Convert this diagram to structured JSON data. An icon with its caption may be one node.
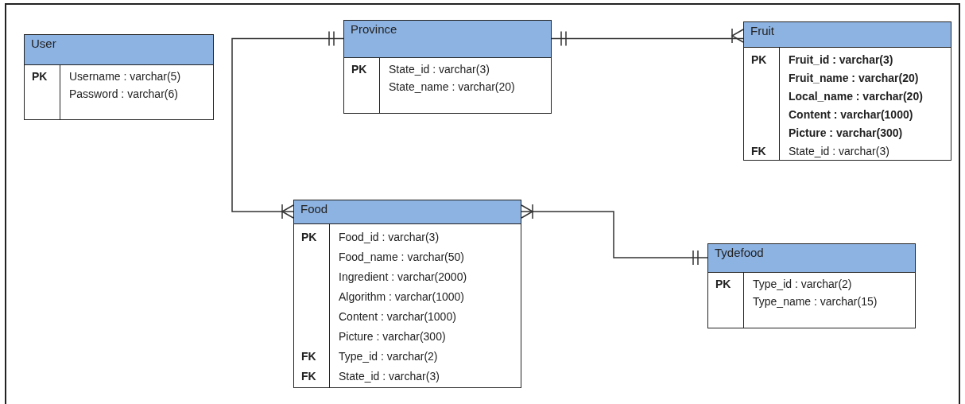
{
  "diagram": {
    "nodes": [
      {
        "text": [
          "User"
        ]
      },
      {
        "text": [
          "PK",
          "Username : varchar(5)"
        ],
        "in": 0
      },
      {
        "text": [
          "Password : varchar(6)"
        ],
        "in": 0
      },
      {
        "text": [
          "Province"
        ]
      },
      {
        "text": [
          "PK",
          "State_id : varchar(3)"
        ],
        "in": 3
      },
      {
        "text": [
          "State_name : varchar(20)"
        ],
        "in": 3
      },
      {
        "text": [
          "Fruit"
        ]
      },
      {
        "text": [
          "PK",
          "Fruit_id : varchar(3)"
        ],
        "in": 6
      },
      {
        "text": [
          "Fruit_name : varchar(20)"
        ],
        "in": 6
      },
      {
        "text": [
          "Local_name : varchar(20)"
        ],
        "in": 6
      },
      {
        "text": [
          "Content : varchar(1000)"
        ],
        "in": 6
      },
      {
        "text": [
          "Picture : varchar(300)"
        ],
        "in": 6
      },
      {
        "text": [
          "FK",
          "State_id : varchar(3)"
        ],
        "in": 6
      },
      {
        "text": [
          "Food"
        ]
      },
      {
        "text": [
          "PK",
          "Food_id : varchar(3)"
        ],
        "in": 13
      },
      {
        "text": [
          "Food_name : varchar(50)"
        ],
        "in": 13
      },
      {
        "text": [
          "Ingredient : varchar(2000)"
        ],
        "in": 13
      },
      {
        "text": [
          "Algorithm : varchar(1000)"
        ],
        "in": 13
      },
      {
        "text": [
          "Content : varchar(1000)"
        ],
        "in": 13
      },
      {
        "text": [
          "Picture : varchar(300)"
        ],
        "in": 13
      },
      {
        "text": [
          "FK",
          "Type_id : varchar(2)"
        ],
        "in": 13
      },
      {
        "text": [
          "FK",
          "State_id : varchar(3)"
        ],
        "in": 13
      },
      {
        "text": [
          "Tydefood"
        ]
      },
      {
        "text": [
          "PK",
          "Type_id : varchar(2)"
        ],
        "in": 22
      },
      {
        "text": [
          "Type_name : varchar(15)"
        ],
        "in": 22
      }
    ],
    "edges": [
      {
        "from": 3,
        "to": 13,
        "arrow": "other"
      },
      {
        "from": 3,
        "to": 6,
        "arrow": "other"
      },
      {
        "from": 22,
        "to": 13,
        "arrow": "other"
      }
    ]
  }
}
